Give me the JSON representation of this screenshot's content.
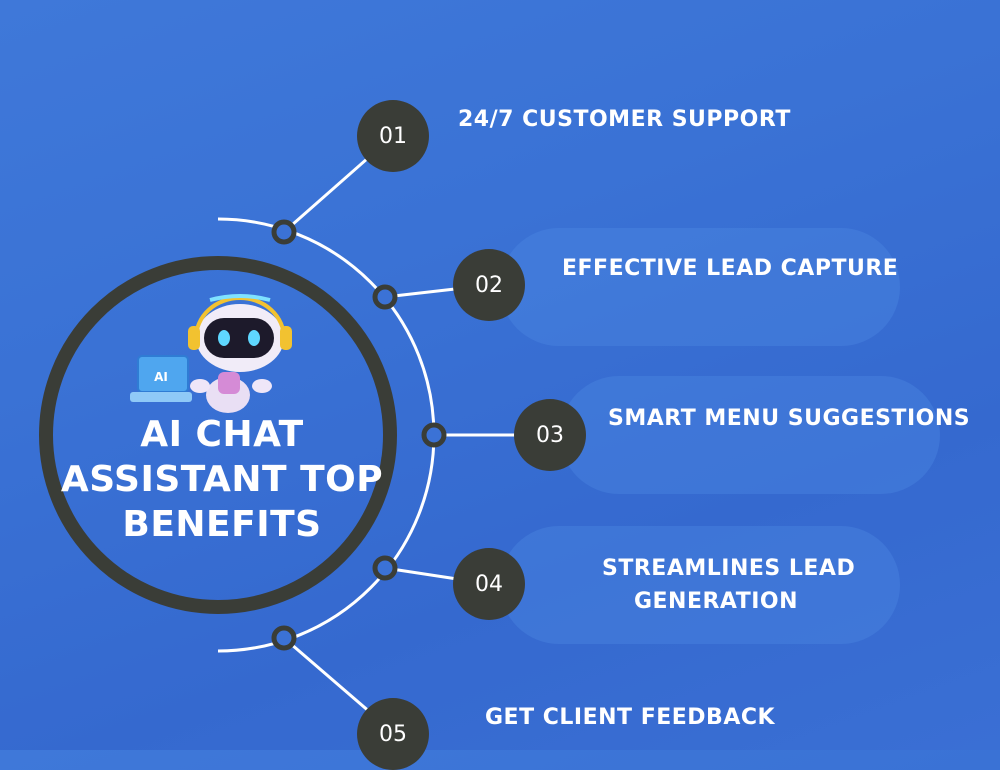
{
  "title": {
    "line1": "AI CHAT",
    "line2": "ASSISTANT TOP",
    "line3": "BENEFITS"
  },
  "steps": [
    {
      "number": "01",
      "label": "24/7 CUSTOMER SUPPORT"
    },
    {
      "number": "02",
      "label": "EFFECTIVE LEAD CAPTURE"
    },
    {
      "number": "03",
      "label": "SMART MENU SUGGESTIONS"
    },
    {
      "number": "04",
      "label_line1": "STREAMLINES LEAD",
      "label_line2": "GENERATION"
    },
    {
      "number": "05",
      "label": "GET CLIENT FEEDBACK"
    }
  ],
  "laptop_text": "AI",
  "colors": {
    "background": "#3b72d6",
    "dark": "#3a3d37",
    "accent_yellow": "#f2c230",
    "robot_pink": "#d58bd6"
  },
  "icons": [
    "robot-mascot-icon",
    "laptop-icon"
  ]
}
